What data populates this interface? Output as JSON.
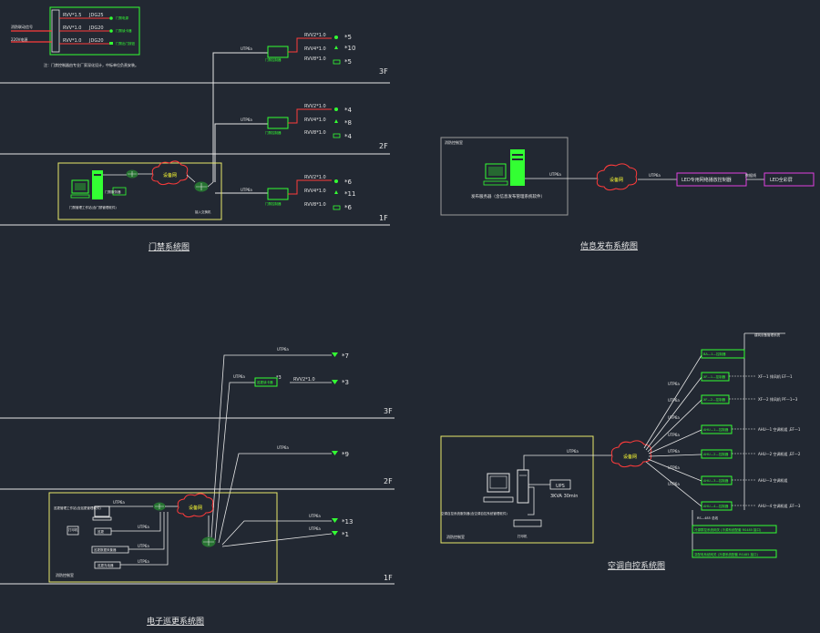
{
  "colors": {
    "background": "#222832",
    "floor_line": "#e6e6e6",
    "cable_white": "#e6e6e6",
    "cable_red": "#ff3b3b",
    "device_green": "#33ff33",
    "box_yellow": "#e8e86a",
    "box_gray": "#9a9a9a",
    "cloud": "#ff3b3b",
    "led_magenta": "#e040e0"
  },
  "floors": {
    "top": [
      "3F",
      "2F",
      "1F"
    ],
    "bottom": [
      "3F",
      "2F",
      "1F"
    ]
  },
  "access": {
    "title": "门禁系统图",
    "legend_cables": [
      "RVV*1.5",
      "RVV*1.0",
      "RVV*1.0"
    ],
    "legend_conduits": [
      "JDG25",
      "JDG20",
      "JDG20"
    ],
    "legend_targets": [
      "门禁电源",
      "门禁读卡器",
      "门禁出门按钮"
    ],
    "legend_left": [
      "消防联动信号",
      "220V电源"
    ],
    "note": "注：门禁控制器由专业厂家深化设计，中标单位负责安装。",
    "utp": [
      "UTP6a",
      "UTP6a",
      "UTP6a"
    ],
    "ctrl_label": "门禁控制器",
    "cable_labels": [
      "RVV2*1.0",
      "RVV4*1.0",
      "RVV8*1.0"
    ],
    "device_counts": [
      [
        "*5",
        "*10",
        "*5"
      ],
      [
        "*4",
        "*8",
        "*4"
      ],
      [
        "*6",
        "*11",
        "*6"
      ]
    ],
    "cloud": "设备网",
    "switch_label": "接入交换机",
    "pc_label": "门禁管理工作站(含门禁管理软件)",
    "server_label": "门禁服务器"
  },
  "info": {
    "title": "信息发布系统图",
    "room_label": "消防控制室",
    "server_label": "发布服务器（含信息发布管理系统软件）",
    "utp": [
      "UTP6a",
      "UTP6a"
    ],
    "cloud": "设备网",
    "ctrl_box": "LED专用网络播放控制器",
    "link_label": "数据线",
    "screen_box": "LED全彩屏"
  },
  "patrol": {
    "title": "电子巡更系统图",
    "utp": [
      "UTP6a",
      "UTP6a",
      "UTP6a",
      "UTP6a",
      "UTP6a"
    ],
    "reader_box": "巡更读卡器",
    "cable": "RVV2*1.0",
    "counts": [
      "*7",
      "*3",
      "*9",
      "*13",
      "*1"
    ],
    "cloud": "设备网",
    "left_items": [
      "巡更管理工作站(含巡更管理软件)",
      "UTP6a",
      "打印机",
      "巡更",
      "巡更数据采集器",
      "巡更充电器"
    ],
    "room_label": "消防控制室",
    "utp_inner": [
      "UTP6a",
      "UTP6a",
      "UTP6a"
    ]
  },
  "bas": {
    "title": "空调自控系统图",
    "top_label": "BA—1—自控网络控制器",
    "right_label": "建筑设备管理系统",
    "utp": [
      "UTP6a",
      "UTP6a",
      "UTP6a",
      "UTP6a",
      "UTP6a",
      "UTP6a",
      "UTP6a"
    ],
    "boxes": [
      "BA—1—控制器",
      "XF—1—控制器",
      "XF—2—控制器",
      "AHU—1—控制器",
      "AHU—2—控制器",
      "AHU—3—控制器",
      "AHU—4—控制器"
    ],
    "targets": [
      "",
      "XF—1 排风机 EF—1",
      "XF—2 排风机 PF—1~3",
      "AHU—1 空调机组 ,EF—1",
      "AHU—2 空调机组 ,EF—2",
      "AHU—3 空调机组",
      "AHU—4 空调机组 ,EF—3"
    ],
    "bottom_label": "RS—485 总线",
    "bottom_boxes": [
      "冷源群控系统网关 (冷源系统配套 RS485 接口)",
      "变配电系统网关 (冷源系统配套 RS485 接口)"
    ],
    "cloud": "设备网",
    "utp_main": "UTP6a",
    "pc_label": "空调自控系统服务器(含空调自控系统管理软件)",
    "ups_box": "UPS",
    "ups_text": "3KVA 30min",
    "printer_label": "打印机",
    "room_label": "消防控制室"
  }
}
